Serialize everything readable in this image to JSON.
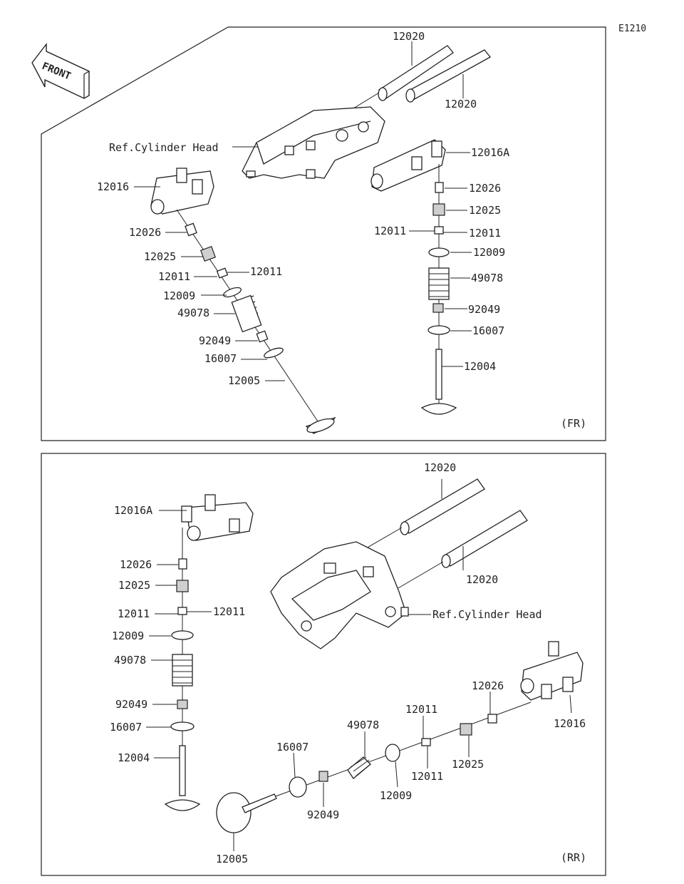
{
  "diagram_code": "E1210",
  "front_arrow_text": "FRONT",
  "panels": [
    {
      "id": "fr",
      "tag": "(FR)",
      "callouts": [
        "12020",
        "12020",
        "Ref.Cylinder Head",
        "12016A",
        "12016",
        "12026",
        "12025",
        "12011",
        "12011",
        "12009",
        "49078",
        "92049",
        "16007",
        "12004",
        "12026",
        "12025",
        "12011",
        "12011",
        "12009",
        "49078",
        "92049",
        "16007",
        "12005"
      ]
    },
    {
      "id": "rr",
      "tag": "(RR)",
      "callouts": [
        "12020",
        "12016A",
        "12020",
        "12026",
        "12025",
        "12011",
        "12011",
        "Ref.Cylinder Head",
        "12009",
        "49078",
        "92049",
        "16007",
        "12004",
        "12026",
        "12016",
        "12011",
        "49078",
        "16007",
        "12025",
        "12011",
        "12009",
        "92049",
        "12005"
      ]
    }
  ]
}
